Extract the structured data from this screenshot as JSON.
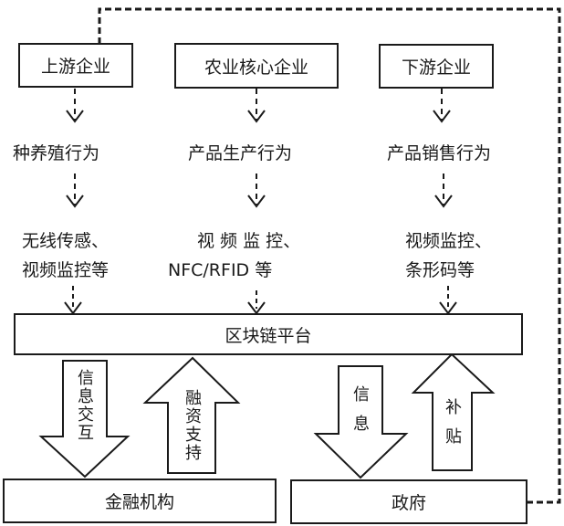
{
  "diagram": {
    "top_boxes": [
      {
        "label": "上游企业"
      },
      {
        "label": "农业核心企业"
      },
      {
        "label": "下游企业"
      }
    ],
    "behaviors": [
      {
        "label": "种养殖行为"
      },
      {
        "label": "产品生产行为"
      },
      {
        "label": "产品销售行为"
      }
    ],
    "technologies": [
      {
        "line1": "无线传感、",
        "line2": "视频监控等"
      },
      {
        "line1": "视 频 监 控、",
        "line2": "NFC/RFID 等"
      },
      {
        "line1": "视频监控、",
        "line2": "条形码等"
      }
    ],
    "platform": {
      "label": "区块链平台"
    },
    "arrows": {
      "finance_down": "信息交互",
      "finance_up": "融资支持",
      "gov_down": "信息",
      "gov_up": "补贴"
    },
    "bottom_boxes": [
      {
        "label": "金融机构"
      },
      {
        "label": "政府"
      }
    ],
    "colors": {
      "stroke": "#1a1a1a",
      "fill": "#ffffff"
    }
  }
}
